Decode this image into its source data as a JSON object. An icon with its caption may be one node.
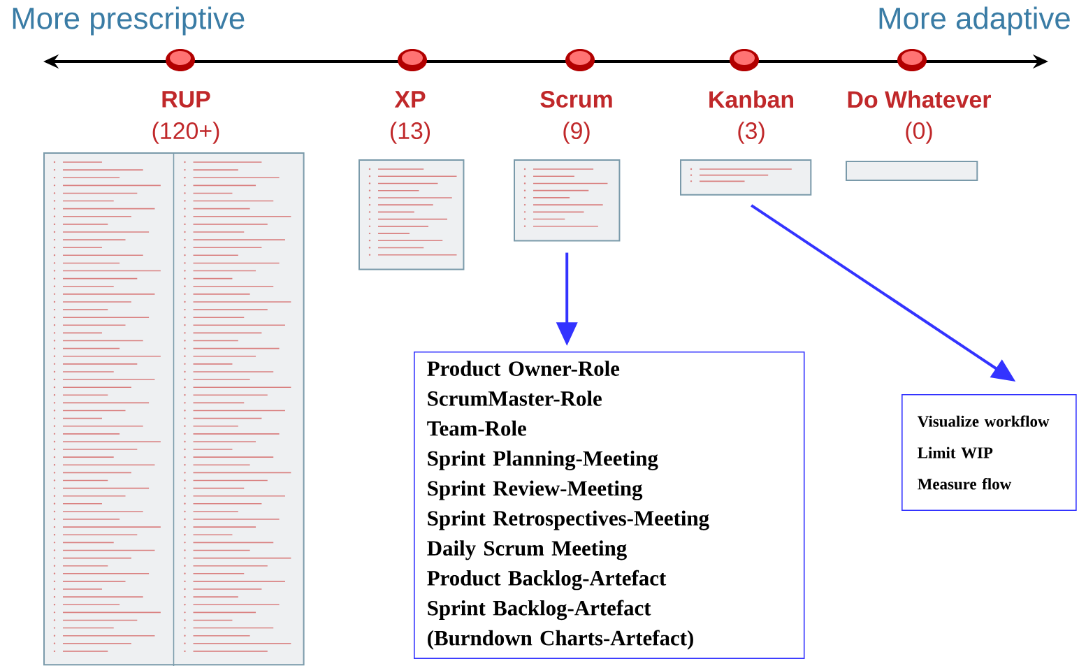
{
  "diagram": {
    "nodes": [
      {
        "text": [],
        "shape": "box"
      },
      {
        "text": [],
        "shape": "box"
      },
      {
        "text": [],
        "shape": "box"
      },
      {
        "text": [],
        "shape": "box"
      },
      {
        "text": [],
        "shape": "box"
      },
      {
        "text": [
          "Product Owner-Role",
          "ScrumMaster-Role",
          "Team-Role",
          "Sprint Planning-Meeting",
          "Sprint Review-Meeting",
          "Sprint Retrospectives-Meeting",
          "Daily Scrum Meeting",
          "Product Backlog-Artefact",
          "Sprint Backlog-Artefact",
          "(Burndown Charts-Artefact)"
        ]
      },
      {
        "text": [
          "Visualize workflow",
          "Limit WIP",
          "Measure flow"
        ]
      }
    ],
    "edges": [
      {
        "from": 2,
        "to": 5,
        "arrow": "to"
      },
      {
        "from": 3,
        "to": 6,
        "arrow": "to"
      }
    ],
    "labels": [
      "More prescriptive",
      "More adaptive",
      "RUP",
      "(120+)",
      "XP",
      "(13)",
      "Scrum",
      "(9)",
      "Kanban",
      "(3)",
      "Do Whatever",
      "(0)"
    ]
  }
}
